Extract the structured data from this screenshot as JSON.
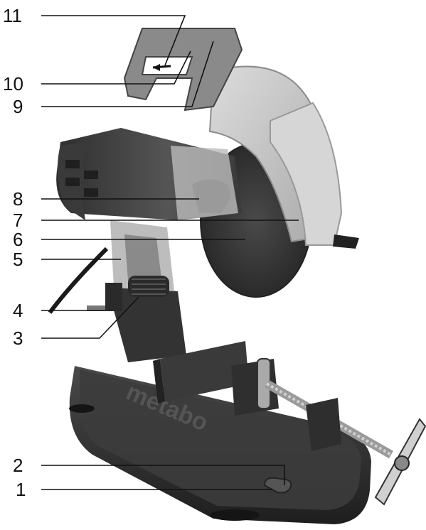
{
  "callouts": [
    {
      "id": "11",
      "label": "11"
    },
    {
      "id": "10",
      "label": "10"
    },
    {
      "id": "9",
      "label": "9"
    },
    {
      "id": "8",
      "label": "8"
    },
    {
      "id": "7",
      "label": "7"
    },
    {
      "id": "6",
      "label": "6"
    },
    {
      "id": "5",
      "label": "5"
    },
    {
      "id": "4",
      "label": "4"
    },
    {
      "id": "3",
      "label": "3"
    },
    {
      "id": "2",
      "label": "2"
    },
    {
      "id": "1",
      "label": "1"
    }
  ],
  "brand_mark": "metabo",
  "colors": {
    "base": "#2b2b2b",
    "guard": "#c9c9c9",
    "disc": "#3a3a3a",
    "motor": "#4a4a4a",
    "ink": "#111111"
  }
}
